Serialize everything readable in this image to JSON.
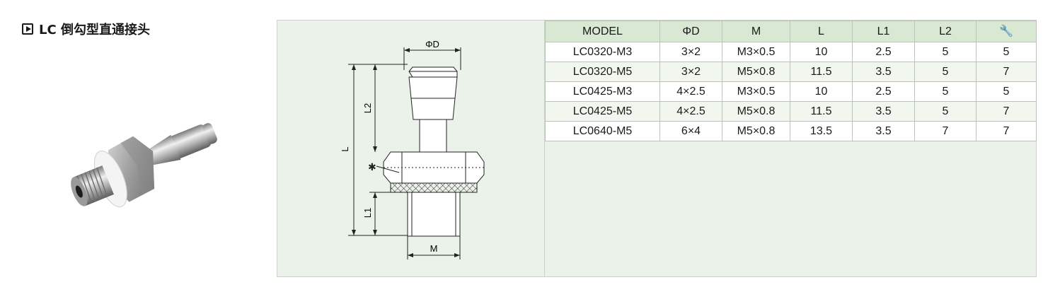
{
  "title": "LC 倒勾型直通接头",
  "drawing_labels": {
    "phi_d": "ΦD",
    "l": "L",
    "l1": "L1",
    "l2": "L2",
    "m": "M"
  },
  "table": {
    "headers": [
      "MODEL",
      "ΦD",
      "M",
      "L",
      "L1",
      "L2"
    ],
    "wrench_header_icon": "wrench-icon",
    "rows": [
      [
        "LC0320-M3",
        "3×2",
        "M3×0.5",
        "10",
        "2.5",
        "5",
        "5"
      ],
      [
        "LC0320-M5",
        "3×2",
        "M5×0.8",
        "11.5",
        "3.5",
        "5",
        "7"
      ],
      [
        "LC0425-M3",
        "4×2.5",
        "M3×0.5",
        "10",
        "2.5",
        "5",
        "5"
      ],
      [
        "LC0425-M5",
        "4×2.5",
        "M5×0.8",
        "11.5",
        "3.5",
        "5",
        "7"
      ],
      [
        "LC0640-M5",
        "6×4",
        "M5×0.8",
        "13.5",
        "3.5",
        "7",
        "7"
      ]
    ]
  },
  "colors": {
    "panel_bg": "#ebf2e9",
    "header_bg": "#d8e8d2",
    "border": "#b8c4b5"
  }
}
